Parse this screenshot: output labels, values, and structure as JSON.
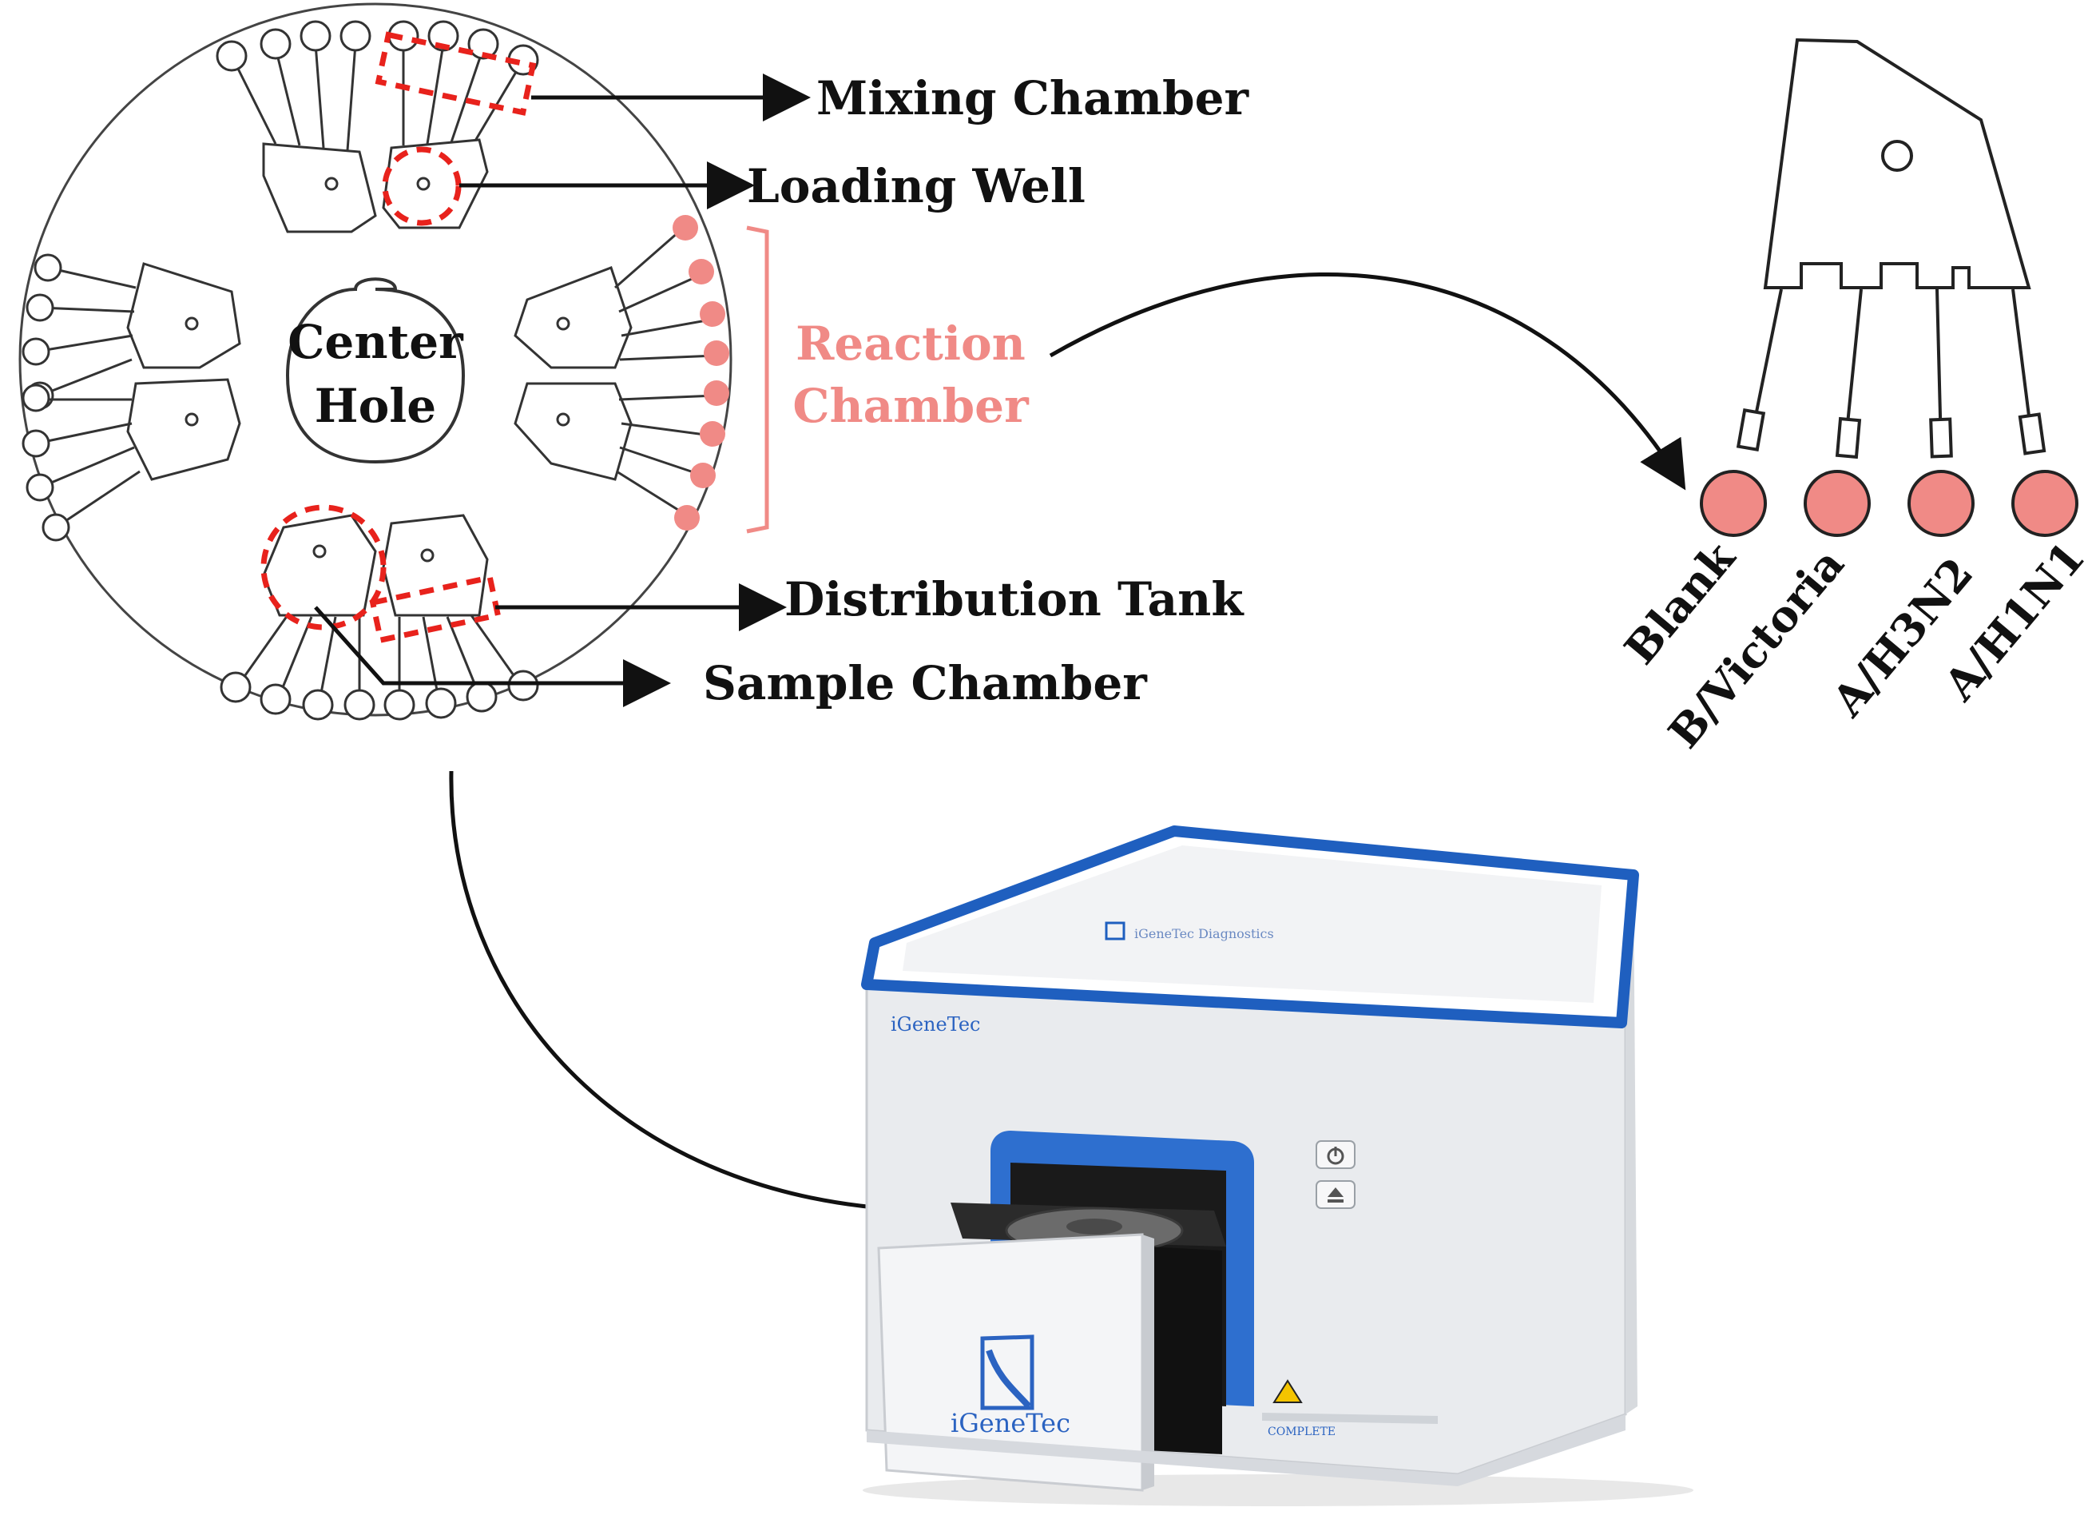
{
  "labels": {
    "mixing_chamber": "Mixing Chamber",
    "loading_well": "Loading Well",
    "reaction_chamber_line1": "Reaction",
    "reaction_chamber_line2": "Chamber",
    "distribution_tank": "Distribution Tank",
    "sample_chamber": "Sample Chamber",
    "center_hole_line1": "Center",
    "center_hole_line2": "Hole"
  },
  "assay_channels": [
    "Blank",
    "B/Victoria",
    "A/H3N2",
    "A/H1N1"
  ],
  "device": {
    "brand_front": "iGeneTec",
    "brand_panel": "iGeneTec",
    "brand_lid": "iGeneTec Diagnostics",
    "status_text": "COMPLETE",
    "power_icon": "power-icon",
    "eject_icon": "eject-icon"
  },
  "colors": {
    "reaction_pink": "#f08a86",
    "highlight_red": "#e8221c",
    "device_blue": "#1f5fbf",
    "line": "#111111"
  }
}
